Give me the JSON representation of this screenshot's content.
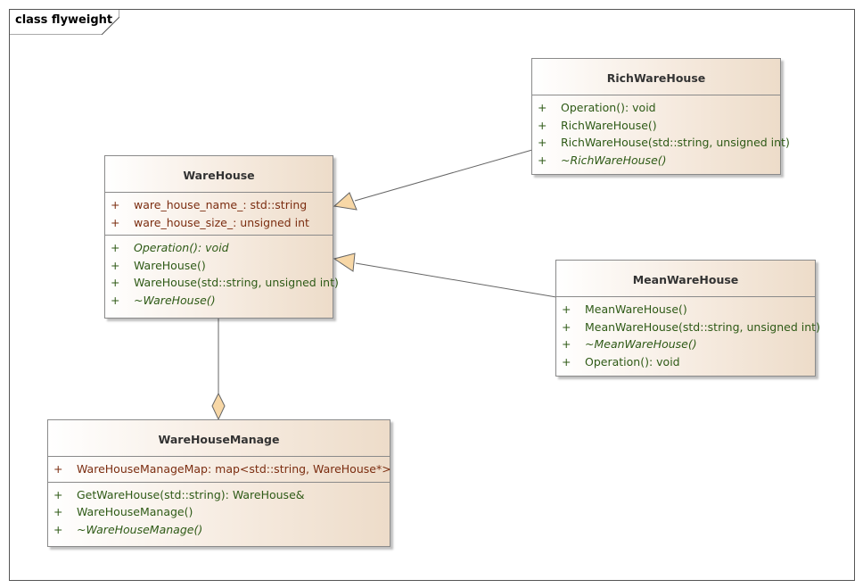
{
  "diagram": {
    "frame_title": "class flyweight"
  },
  "classes": {
    "warehouse": {
      "name": "WareHouse",
      "attributes": [
        {
          "vis": "+",
          "text": "ware_house_name_: std::string"
        },
        {
          "vis": "+",
          "text": "ware_house_size_: unsigned int"
        }
      ],
      "operations": [
        {
          "vis": "+",
          "text": "Operation(): void",
          "abstract": true
        },
        {
          "vis": "+",
          "text": "WareHouse()",
          "abstract": false
        },
        {
          "vis": "+",
          "text": "WareHouse(std::string, unsigned int)",
          "abstract": false
        },
        {
          "vis": "+",
          "text": "~WareHouse()",
          "abstract": true
        }
      ]
    },
    "rich": {
      "name": "RichWareHouse",
      "operations": [
        {
          "vis": "+",
          "text": "Operation(): void",
          "abstract": false
        },
        {
          "vis": "+",
          "text": "RichWareHouse()",
          "abstract": false
        },
        {
          "vis": "+",
          "text": "RichWareHouse(std::string, unsigned int)",
          "abstract": false
        },
        {
          "vis": "+",
          "text": "~RichWareHouse()",
          "abstract": true
        }
      ]
    },
    "mean": {
      "name": "MeanWareHouse",
      "operations": [
        {
          "vis": "+",
          "text": "MeanWareHouse()",
          "abstract": false
        },
        {
          "vis": "+",
          "text": "MeanWareHouse(std::string, unsigned int)",
          "abstract": false
        },
        {
          "vis": "+",
          "text": "~MeanWareHouse()",
          "abstract": true
        },
        {
          "vis": "+",
          "text": "Operation(): void",
          "abstract": false
        }
      ]
    },
    "manage": {
      "name": "WareHouseManage",
      "attributes": [
        {
          "vis": "+",
          "text": "WareHouseManageMap: map<std::string, WareHouse*>"
        }
      ],
      "operations": [
        {
          "vis": "+",
          "text": "GetWareHouse(std::string): WareHouse&",
          "abstract": false
        },
        {
          "vis": "+",
          "text": "WareHouseManage()",
          "abstract": false
        },
        {
          "vis": "+",
          "text": "~WareHouseManage()",
          "abstract": true
        }
      ]
    }
  },
  "colors": {
    "attribute_text": "#7b2d10",
    "operation_text": "#2e5a16",
    "class_gradient_end": "#eddcc9",
    "arrowhead_fill": "#f7d7a6",
    "border": "#8a8a8a"
  }
}
